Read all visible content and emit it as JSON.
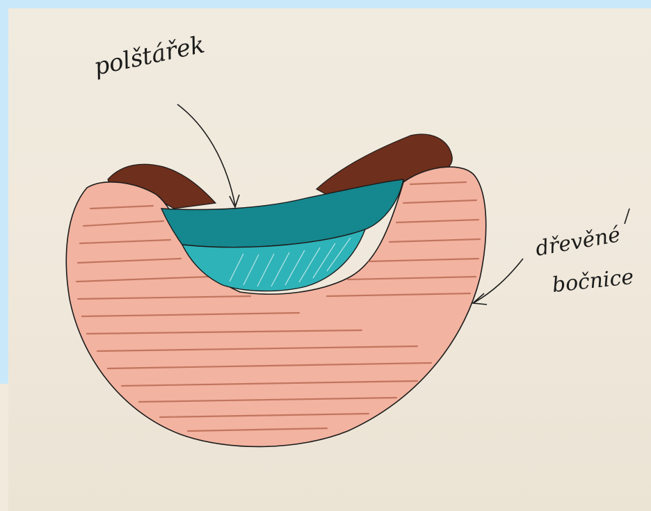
{
  "labels": {
    "cushion": "polštářek",
    "sides_line1": "dřevěné",
    "sides_line2": "bočnice"
  },
  "colors": {
    "frame": "#c9e9fb",
    "paper": "#f1ebdf",
    "wood_sides": "#f2b3a0",
    "wood_grain": "#b36148",
    "back_rim": "#6e2f1c",
    "cushion_top": "#15878e",
    "cushion_front": "#2eb3b8",
    "ink": "#1b1b1b"
  }
}
